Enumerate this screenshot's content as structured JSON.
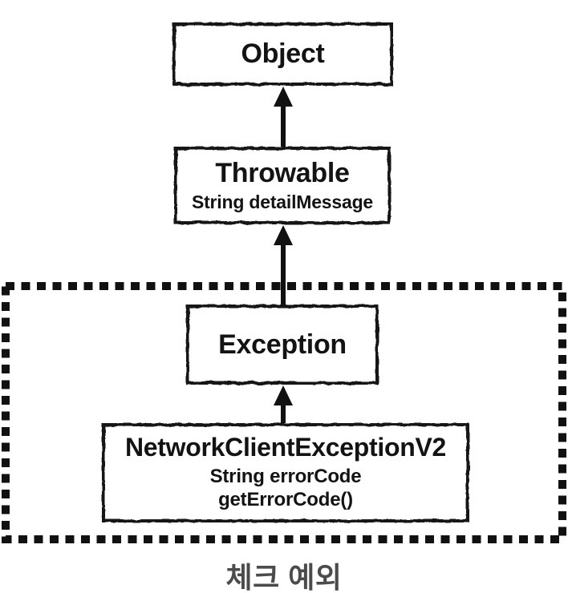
{
  "diagram": {
    "type": "class-hierarchy",
    "caption": "체크 예외",
    "colors": {
      "stroke": "#141414",
      "background": "#ffffff",
      "caption_text": "#4b4b4b"
    },
    "nodes": {
      "object": {
        "title": "Object",
        "members": []
      },
      "throwable": {
        "title": "Throwable",
        "members": [
          "String detailMessage"
        ]
      },
      "exception": {
        "title": "Exception",
        "members": []
      },
      "network_client_exception_v2": {
        "title": "NetworkClientExceptionV2",
        "members": [
          "String errorCode",
          "getErrorCode()"
        ]
      }
    },
    "edges": [
      {
        "from": "Throwable",
        "to": "Object",
        "style": "solid-arrow-up"
      },
      {
        "from": "Exception",
        "to": "Throwable",
        "style": "solid-arrow-up"
      },
      {
        "from": "NetworkClientExceptionV2",
        "to": "Exception",
        "style": "solid-arrow-up"
      }
    ],
    "group": {
      "style": "dotted-border",
      "contains": [
        "Exception",
        "NetworkClientExceptionV2"
      ],
      "label": "체크 예외"
    }
  }
}
